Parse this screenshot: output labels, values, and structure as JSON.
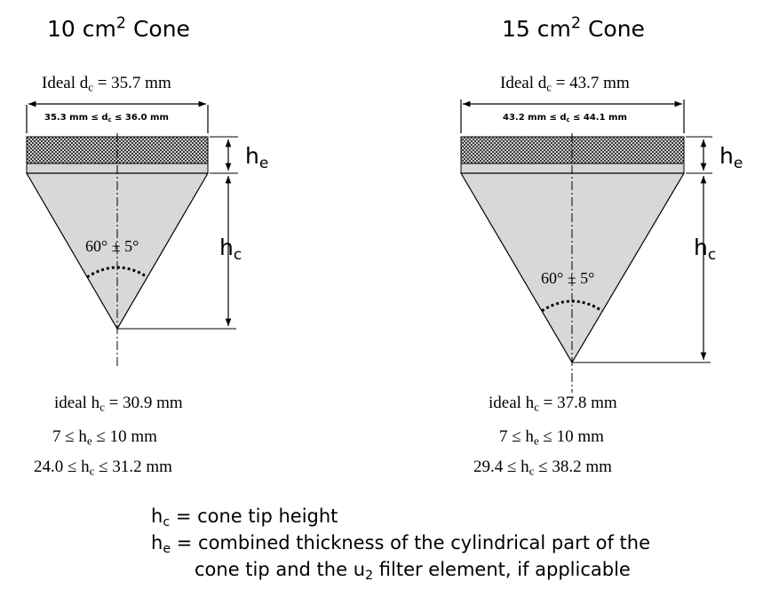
{
  "colors": {
    "ink": "#000000",
    "cone_fill": "#d8d8d8",
    "band_dark": "#3a3a3a",
    "band_light": "#cfcfcf"
  },
  "cones": [
    {
      "title": "10 cm",
      "title_sup": "2",
      "title_suffix": " Cone",
      "ideal_dc_prefix": "Ideal d",
      "ideal_dc_sub": "c",
      "ideal_dc_suffix": " = 35.7 mm",
      "range_dc_left": "35.3 mm ≤ d",
      "range_dc_sub": "c",
      "range_dc_right": " ≤ 36.0 mm",
      "he_main": "h",
      "he_sub": "e",
      "hc_main": "h",
      "hc_sub": "c",
      "angle_label": "60° ± 5°",
      "ideal_hc_prefix": "ideal h",
      "ideal_hc_sub": "c",
      "ideal_hc_suffix": " = 30.9 mm",
      "he_range_prefix": "7 ≤ h",
      "he_range_sub": "e",
      "he_range_suffix": " ≤ 10 mm",
      "hc_range_prefix": "24.0 ≤ h",
      "hc_range_sub": "c",
      "hc_range_suffix": " ≤ 31.2 mm"
    },
    {
      "title": "15 cm",
      "title_sup": "2",
      "title_suffix": " Cone",
      "ideal_dc_prefix": "Ideal d",
      "ideal_dc_sub": "c",
      "ideal_dc_suffix": " = 43.7 mm",
      "range_dc_left": "43.2 mm ≤ d",
      "range_dc_sub": "c",
      "range_dc_right": " ≤ 44.1 mm",
      "he_main": "h",
      "he_sub": "e",
      "hc_main": "h",
      "hc_sub": "c",
      "angle_label": "60° ± 5°",
      "ideal_hc_prefix": "ideal h",
      "ideal_hc_sub": "c",
      "ideal_hc_suffix": " = 37.8 mm",
      "he_range_prefix": "7 ≤ h",
      "he_range_sub": "e",
      "he_range_suffix": " ≤ 10 mm",
      "hc_range_prefix": "29.4 ≤ h",
      "hc_range_sub": "c",
      "hc_range_suffix": " ≤ 38.2 mm"
    }
  ],
  "legend": {
    "hc_main": "h",
    "hc_sub": "c",
    "hc_text": " = cone tip height",
    "he_main": "h",
    "he_sub": "e",
    "he_text": " = combined thickness of the cylindrical part of the",
    "line3_prefix": "cone tip and the u",
    "line3_sub": "2",
    "line3_suffix": " filter element, if applicable"
  }
}
